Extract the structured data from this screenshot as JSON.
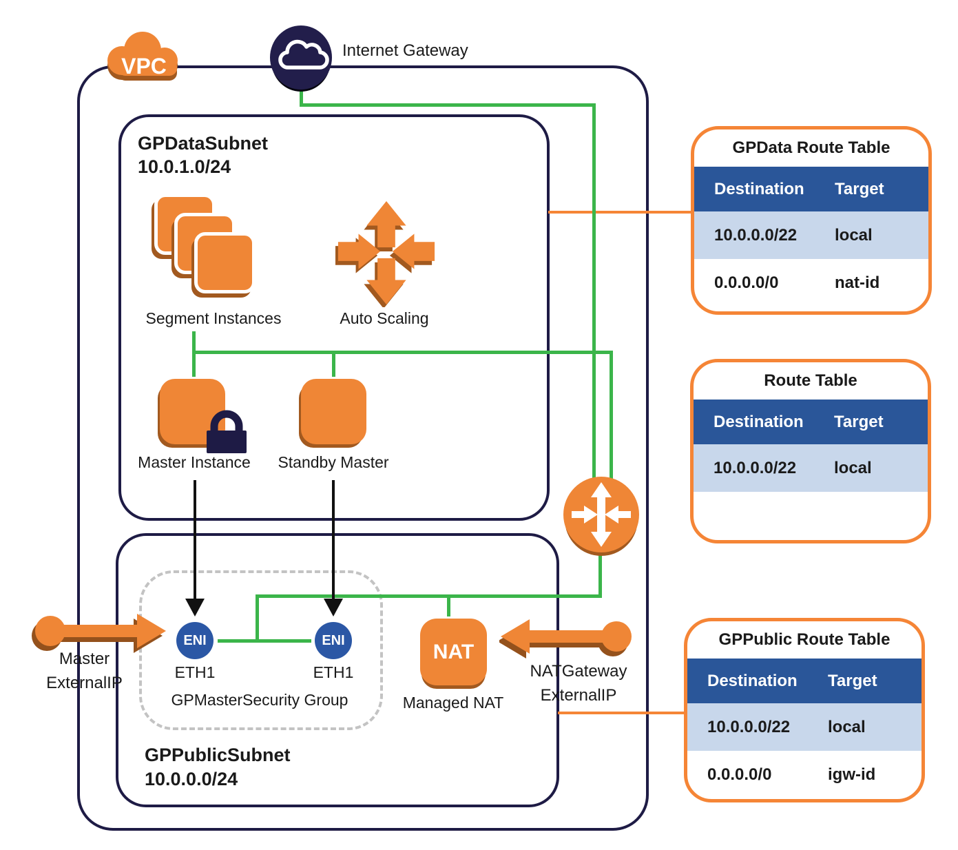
{
  "diagram": {
    "vpc_label": "VPC",
    "igw_label": "Internet Gateway",
    "data_subnet": {
      "title": "GPDataSubnet",
      "cidr": "10.0.1.0/24"
    },
    "public_subnet": {
      "title": "GPPublicSubnet",
      "cidr": "10.0.0.0/24"
    },
    "labels": {
      "segment_instances": "Segment Instances",
      "auto_scaling": "Auto Scaling",
      "master_instance": "Master Instance",
      "standby_master": "Standby Master",
      "security_group": "GPMasterSecurity Group",
      "eni": "ENI",
      "eth1": "ETH1",
      "nat": "NAT",
      "managed_nat": "Managed NAT",
      "master_external_ip_line1": "Master",
      "master_external_ip_line2": "ExternalIP",
      "nat_external_ip_line1": "NATGateway",
      "nat_external_ip_line2": "ExternalIP"
    },
    "route_tables": [
      {
        "title": "GPData Route Table",
        "headers": [
          "Destination",
          "Target"
        ],
        "rows": [
          [
            "10.0.0.0/22",
            "local"
          ],
          [
            "0.0.0.0/0",
            "nat-id"
          ]
        ]
      },
      {
        "title": "Route Table",
        "headers": [
          "Destination",
          "Target"
        ],
        "rows": [
          [
            "10.0.0.0/22",
            "local"
          ]
        ]
      },
      {
        "title": "GPPublic Route Table",
        "headers": [
          "Destination",
          "Target"
        ],
        "rows": [
          [
            "10.0.0.0/22",
            "local"
          ],
          [
            "0.0.0.0/0",
            "igw-id"
          ]
        ]
      }
    ]
  },
  "colors": {
    "orange": "#ef8636",
    "orange_shadow": "#a2591f",
    "orange_border": "#f58536",
    "navy": "#1e1b45",
    "green": "#3bb54a",
    "table_header_blue": "#2a5699",
    "table_row_blue": "#c8d7eb",
    "eni_blue": "#2b57a5"
  }
}
